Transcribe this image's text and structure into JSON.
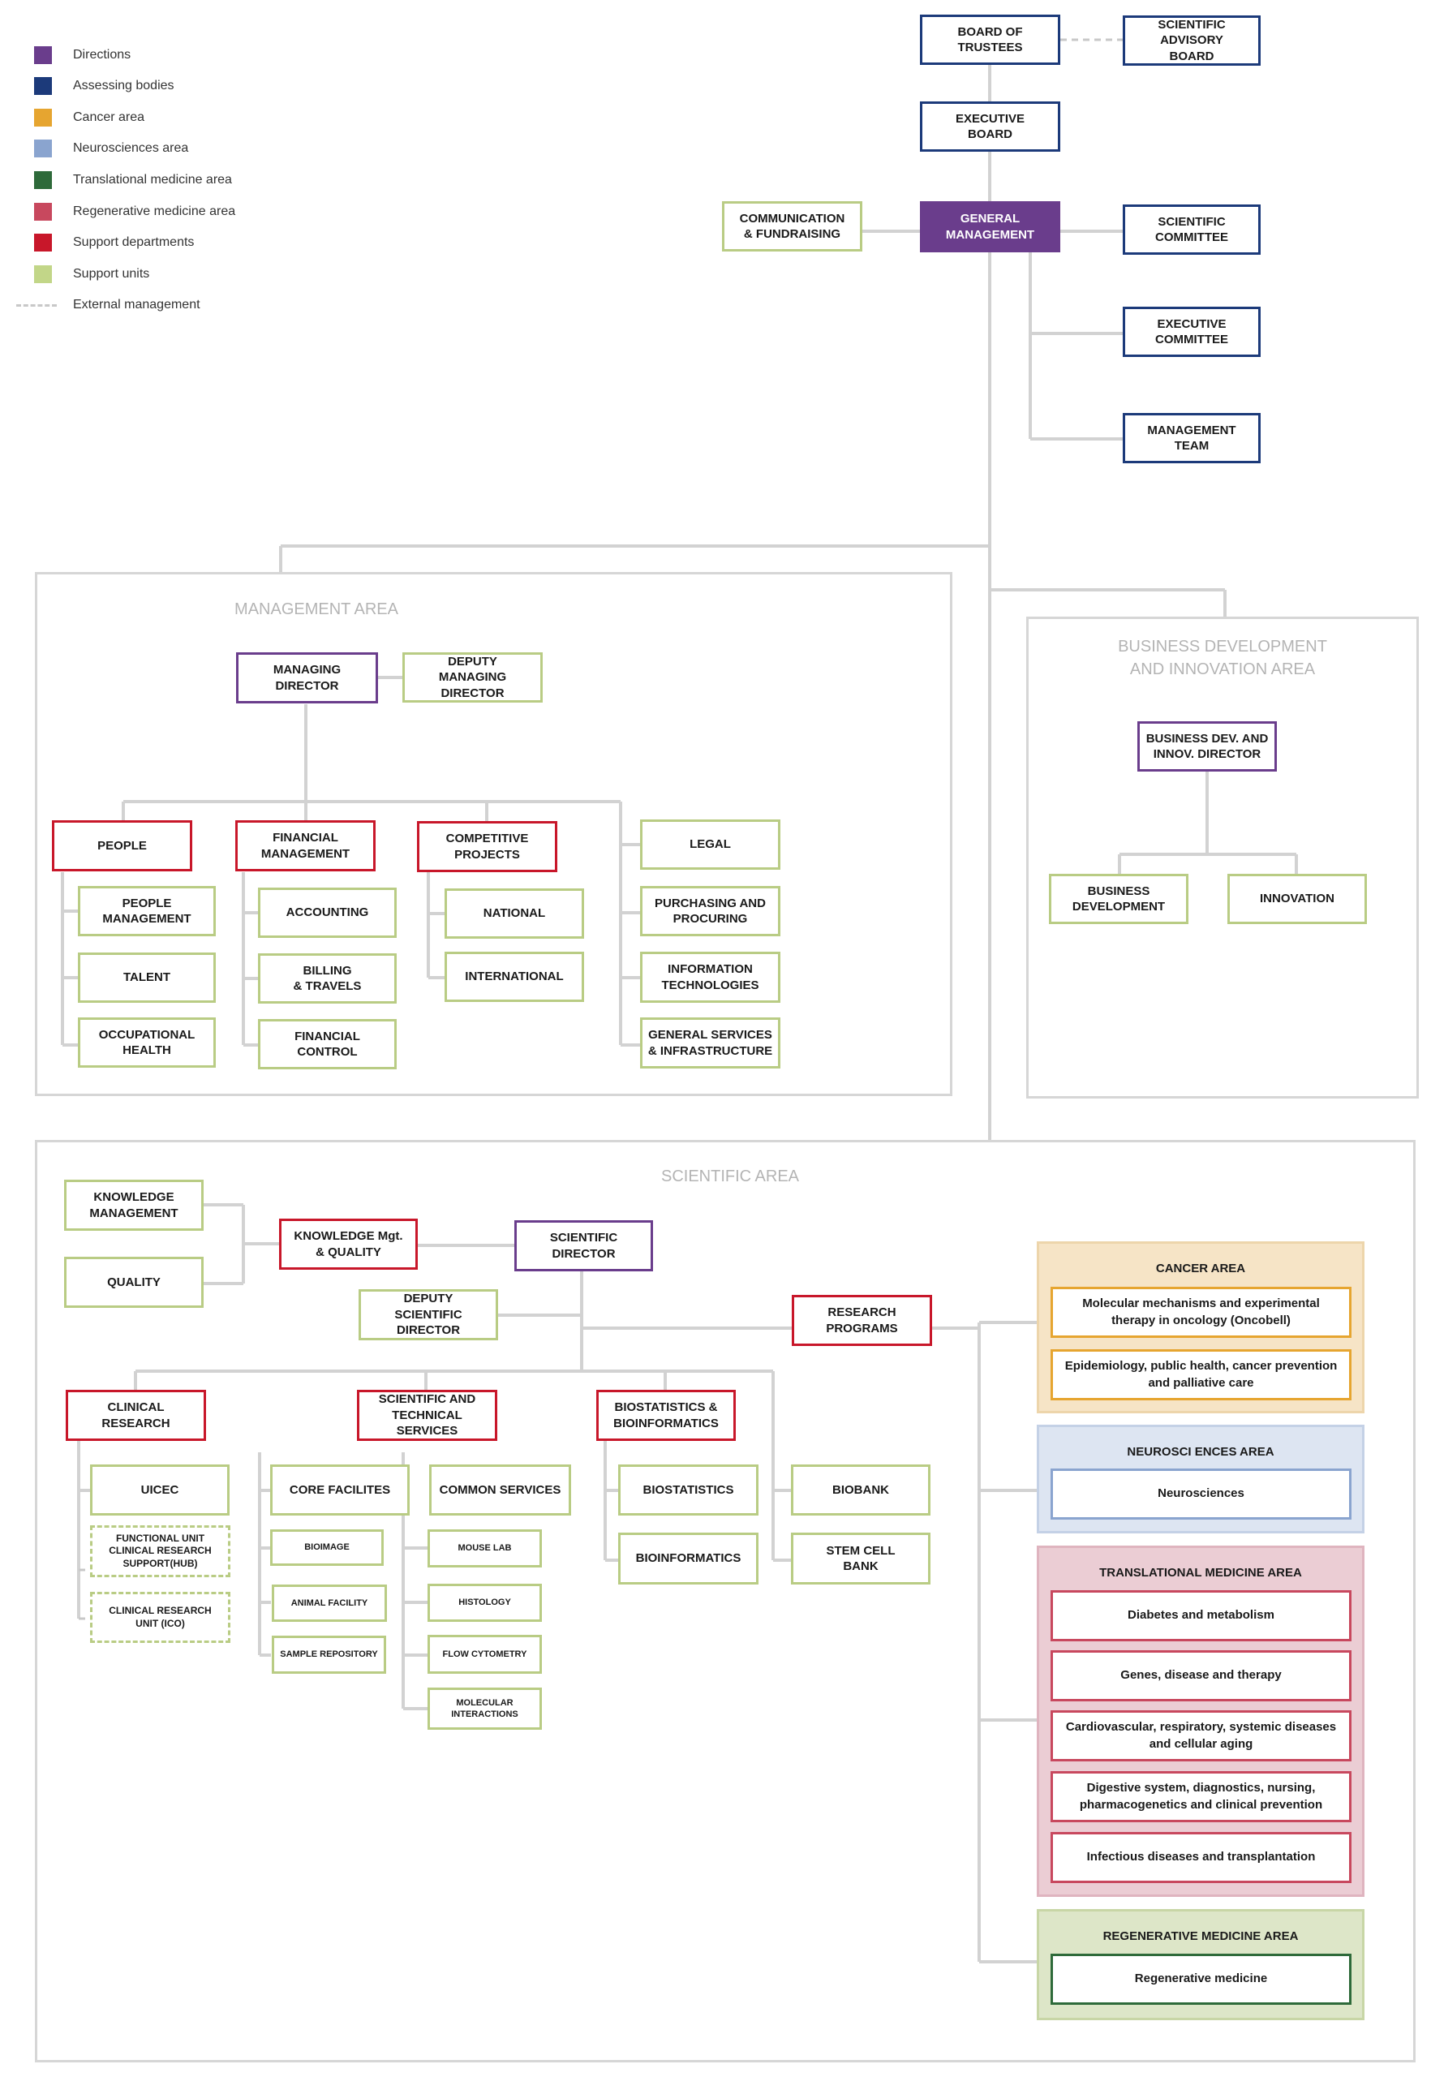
{
  "legend": [
    {
      "label": "Directions",
      "color": "#6a3d8c"
    },
    {
      "label": "Assessing bodies",
      "color": "#1c3a7a"
    },
    {
      "label": "Cancer area",
      "color": "#e6a530"
    },
    {
      "label": "Neurosciences area",
      "color": "#8aa4cf"
    },
    {
      "label": "Translational medicine area",
      "color": "#2e6a3a"
    },
    {
      "label": "Regenerative medicine area",
      "color": "#c8485e"
    },
    {
      "label": "Support departments",
      "color": "#c8172a"
    },
    {
      "label": "Support units",
      "color": "#c2d688"
    },
    {
      "label": "External management",
      "color": "#c8c8c8"
    }
  ],
  "governance": {
    "board_of_trustees": "BOARD OF\nTRUSTEES",
    "scientific_advisory_board": "SCIENTIFIC ADVISORY\nBOARD",
    "executive_board": "EXECUTIVE\nBOARD",
    "general_management": "GENERAL\nMANAGEMENT",
    "communication": "COMMUNICATION\n& FUNDRAISING",
    "scientific_committee": "SCIENTIFIC\nCOMMITTEE",
    "executive_committee": "EXECUTIVE\nCOMMITTEE",
    "management_team": "MANAGEMENT\nTEAM"
  },
  "management_area": {
    "title": "MANAGEMENT AREA",
    "managing_director": "MANAGING\nDIRECTOR",
    "deputy_managing_director": "DEPUTY\nMANAGING DIRECTOR",
    "people": "PEOPLE",
    "people_management": "PEOPLE\nMANAGEMENT",
    "talent": "TALENT",
    "occupational_health": "OCCUPATIONAL\nHEALTH",
    "financial_management": "FINANCIAL\nMANAGEMENT",
    "accounting": "ACCOUNTING",
    "billing_travels": "BILLING\n& TRAVELS",
    "financial_control": "FINANCIAL\nCONTROL",
    "competitive_projects": "COMPETITIVE\nPROJECTS",
    "national": "NATIONAL",
    "international": "INTERNATIONAL",
    "legal": "LEGAL",
    "purchasing": "PURCHASING AND\nPROCURING",
    "information_technologies": "INFORMATION\nTECHNOLOGIES",
    "general_services": "GENERAL SERVICES\n& INFRASTRUCTURE"
  },
  "business_area": {
    "title": "BUSINESS DEVELOPMENT\nAND INNOVATION AREA",
    "director": "BUSINESS DEV. AND\nINNOV. DIRECTOR",
    "business_development": "BUSINESS\nDEVELOPMENT",
    "innovation": "INNOVATION"
  },
  "scientific_area": {
    "title": "SCIENTIFIC AREA",
    "knowledge_management": "KNOWLEDGE\nMANAGEMENT",
    "quality": "QUALITY",
    "knowledge_mgt_quality": "KNOWLEDGE Mgt.\n& QUALITY",
    "scientific_director": "SCIENTIFIC DIRECTOR",
    "deputy_scientific_director": "DEPUTY\nSCIENTIFIC DIRECTOR",
    "research_programs": "RESEARCH\nPROGRAMS",
    "clinical_research": "CLINICAL\nRESEARCH",
    "uicec": "UICEC",
    "functional_unit": "FUNCTIONAL UNIT\nCLINICAL RESEARCH\nSUPPORT(HUB)",
    "clinical_research_unit": "CLINICAL RESEARCH\nUNIT (ICO)",
    "scientific_technical_services": "SCIENTIFIC AND\nTECHNICAL SERVICES",
    "core_facilities": "CORE FACILITES",
    "bioimage": "BIOIMAGE",
    "animal_facility": "ANIMAL FACILITY",
    "sample_repository": "SAMPLE REPOSITORY",
    "common_services": "COMMON SERVICES",
    "mouse_lab": "MOUSE LAB",
    "histology": "HISTOLOGY",
    "flow_cytometry": "FLOW CYTOMETRY",
    "molecular_interactions": "MOLECULAR\nINTERACTIONS",
    "biostatistics_bioinformatics": "BIOSTATISTICS &\nBIOINFORMATICS",
    "biostatistics": "BIOSTATISTICS",
    "bioinformatics": "BIOINFORMATICS",
    "biobank": "BIOBANK",
    "stem_cell_bank": "STEM CELL\nBANK"
  },
  "research": {
    "cancer": {
      "title": "CANCER AREA",
      "items": [
        "Molecular mechanisms and experimental\ntherapy in oncology (Oncobell)",
        "Epidemiology, public health, cancer prevention\nand palliative care"
      ]
    },
    "neurosciences": {
      "title": "NEUROSCI ENCES AREA",
      "items": [
        "Neurosciences"
      ]
    },
    "translational": {
      "title": "TRANSLATIONAL MEDICINE AREA",
      "items": [
        "Diabetes and metabolism",
        "Genes, disease and therapy",
        "Cardiovascular, respiratory, systemic diseases\nand cellular aging",
        "Digestive system, diagnostics, nursing,\npharmacogenetics and clinical prevention",
        "Infectious diseases and transplantation"
      ]
    },
    "regenerative": {
      "title": "REGENERATIVE MEDICINE AREA",
      "items": [
        "Regenerative medicine"
      ]
    }
  }
}
